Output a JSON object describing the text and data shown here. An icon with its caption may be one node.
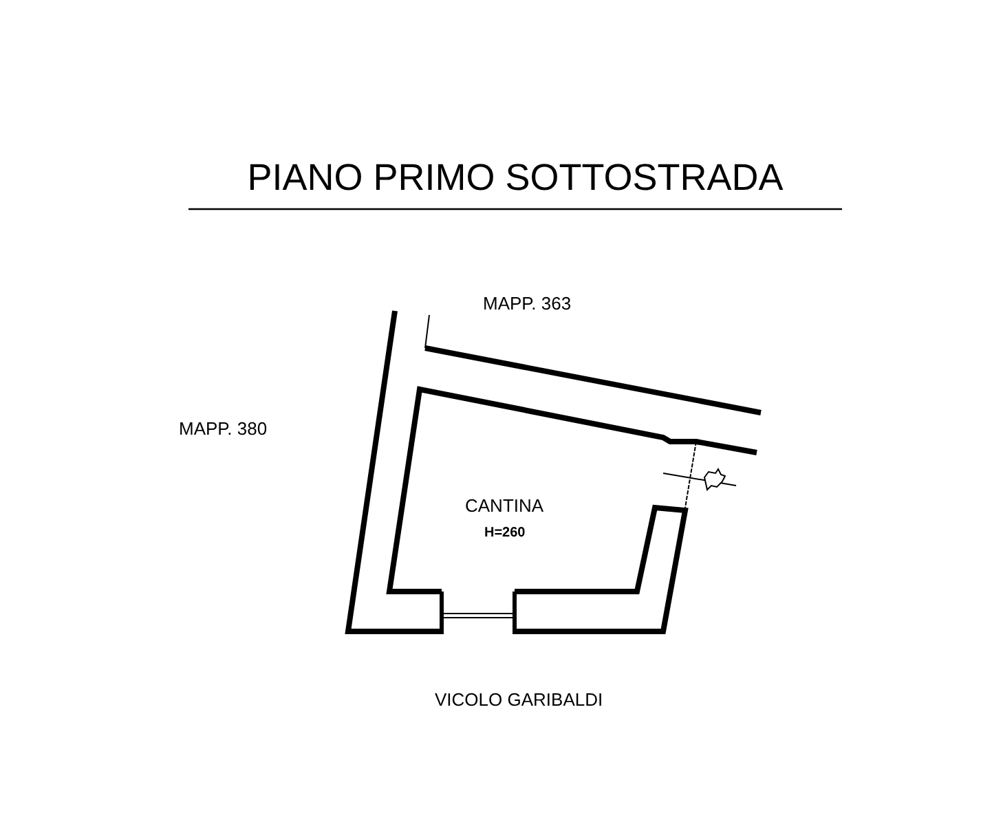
{
  "diagram": {
    "title": "PIANO PRIMO SOTTOSTRADA",
    "labels": [
      "MAPP. 363",
      "MAPP. 380",
      "CANTINA",
      "H=260",
      "VICOLO GARIBALDI"
    ]
  }
}
